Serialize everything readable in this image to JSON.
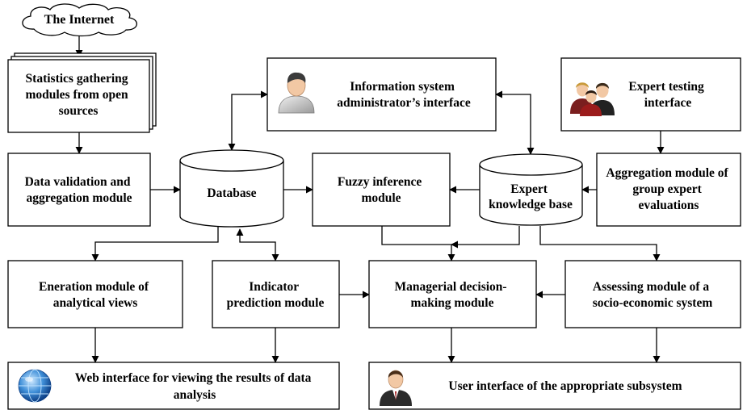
{
  "diagram": {
    "nodes": {
      "internet": {
        "label": "The Internet"
      },
      "stats": {
        "lines": [
          "Statistics gathering",
          "modules from open",
          "sources"
        ]
      },
      "isa": {
        "lines": [
          "Information system",
          "administrator’s interface"
        ],
        "icon": "administrator-person-icon"
      },
      "eti": {
        "lines": [
          "Expert testing",
          "interface"
        ],
        "icon": "expert-group-icon"
      },
      "dva": {
        "lines": [
          "Data validation and",
          "aggregation module"
        ]
      },
      "db": {
        "label": "Database"
      },
      "fim": {
        "lines": [
          "Fuzzy inference",
          "module"
        ]
      },
      "ekb": {
        "lines": [
          "Expert",
          "knowledge base"
        ]
      },
      "agg": {
        "lines": [
          "Aggregation module of",
          "group expert",
          "evaluations"
        ]
      },
      "gen": {
        "lines": [
          "Eneration module of",
          "analytical views"
        ]
      },
      "ipm": {
        "lines": [
          "Indicator",
          "prediction module"
        ]
      },
      "mdm": {
        "lines": [
          "Managerial decision-",
          "making module"
        ]
      },
      "asm": {
        "lines": [
          "Assessing module of a",
          "socio-economic system"
        ]
      },
      "web": {
        "lines": [
          "Web interface for viewing the results of data",
          "analysis"
        ],
        "icon": "globe-icon"
      },
      "ui": {
        "lines": [
          "User interface of the appropriate subsystem"
        ],
        "icon": "user-person-icon"
      }
    },
    "edges": [
      {
        "from": "internet",
        "to": "stats"
      },
      {
        "from": "stats",
        "to": "dva"
      },
      {
        "from": "dva",
        "to": "db"
      },
      {
        "from": "db",
        "to": "isa",
        "bidirectional": true
      },
      {
        "from": "db",
        "to": "fim"
      },
      {
        "from": "isa",
        "to": "ekb",
        "bidirectional": true
      },
      {
        "from": "ekb",
        "to": "fim"
      },
      {
        "from": "eti",
        "to": "agg"
      },
      {
        "from": "agg",
        "to": "ekb"
      },
      {
        "from": "db",
        "to": "gen"
      },
      {
        "from": "db",
        "to": "ipm",
        "bidirectional": true
      },
      {
        "from": "fim",
        "to": "mdm"
      },
      {
        "from": "ekb",
        "to": "mdm"
      },
      {
        "from": "ekb",
        "to": "asm"
      },
      {
        "from": "ipm",
        "to": "mdm"
      },
      {
        "from": "asm",
        "to": "mdm"
      },
      {
        "from": "gen",
        "to": "web"
      },
      {
        "from": "ipm",
        "to": "web"
      },
      {
        "from": "mdm",
        "to": "ui"
      },
      {
        "from": "asm",
        "to": "ui"
      }
    ]
  }
}
